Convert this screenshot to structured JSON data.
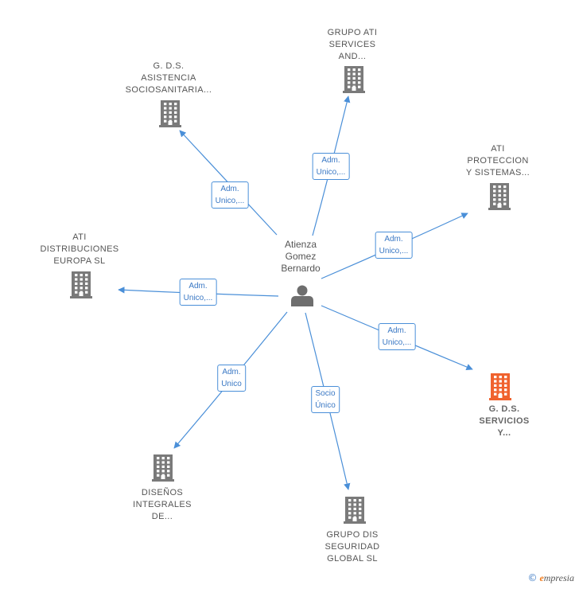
{
  "colors": {
    "edge": "#4a8fd8",
    "building": "#7a7a7a",
    "building_highlight": "#f0622e",
    "person": "#6e6e6e"
  },
  "person": {
    "name_lines": [
      "Atienza",
      "Gomez",
      "Bernardo"
    ],
    "icon": "person-icon"
  },
  "companies": [
    {
      "id": "grupo-ati-services",
      "lines": [
        "GRUPO ATI",
        "SERVICES",
        "AND..."
      ],
      "icon": "building-icon",
      "highlight": false
    },
    {
      "id": "gds-asistencia",
      "lines": [
        "G. D.S.",
        "ASISTENCIA",
        "SOCIOSANITARIA..."
      ],
      "icon": "building-icon",
      "highlight": false
    },
    {
      "id": "ati-proteccion",
      "lines": [
        "ATI",
        "PROTECCION",
        "Y SISTEMAS..."
      ],
      "icon": "building-icon",
      "highlight": false
    },
    {
      "id": "ati-distribuciones",
      "lines": [
        "ATI",
        "DISTRIBUCIONES",
        "EUROPA  SL"
      ],
      "icon": "building-icon",
      "highlight": false
    },
    {
      "id": "gds-servicios",
      "lines": [
        "G. D.S.",
        "SERVICIOS",
        "Y..."
      ],
      "icon": "building-icon",
      "highlight": true
    },
    {
      "id": "disenos-integrales",
      "lines": [
        "DISEÑOS",
        "INTEGRALES",
        "DE..."
      ],
      "icon": "building-icon",
      "highlight": false
    },
    {
      "id": "grupo-dis-seguridad",
      "lines": [
        "GRUPO DIS",
        "SEGURIDAD",
        "GLOBAL  SL"
      ],
      "icon": "building-icon",
      "highlight": false
    }
  ],
  "edges": [
    {
      "to": "grupo-ati-services",
      "lines": [
        "Adm.",
        "Unico,..."
      ]
    },
    {
      "to": "gds-asistencia",
      "lines": [
        "Adm.",
        "Unico,..."
      ]
    },
    {
      "to": "ati-proteccion",
      "lines": [
        "Adm.",
        "Unico,..."
      ]
    },
    {
      "to": "ati-distribuciones",
      "lines": [
        "Adm.",
        "Unico,..."
      ]
    },
    {
      "to": "gds-servicios",
      "lines": [
        "Adm.",
        "Unico,..."
      ]
    },
    {
      "to": "disenos-integrales",
      "lines": [
        "Adm.",
        "Unico"
      ]
    },
    {
      "to": "grupo-dis-seguridad",
      "lines": [
        "Socio",
        "Único"
      ]
    }
  ],
  "footer": {
    "copyright": "©",
    "brand_initial": "e",
    "brand_rest": "mpresia"
  }
}
